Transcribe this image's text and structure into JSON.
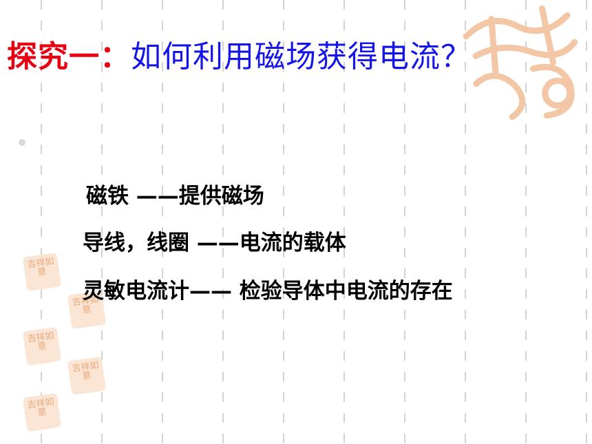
{
  "title": {
    "label": "探究一：",
    "question": "如何利用磁场获得电流？"
  },
  "items": [
    {
      "text": "磁铁  ——提供磁场"
    },
    {
      "text": "导线，线圈  ——电流的载体"
    },
    {
      "text": "灵敏电流计——  检验导体中电流的存在"
    }
  ],
  "decor": {
    "seal_text": "吉祥如意",
    "seal_color": "#f3c7a6",
    "title_label_color": "#e60012",
    "title_question_color": "#1515e8"
  }
}
